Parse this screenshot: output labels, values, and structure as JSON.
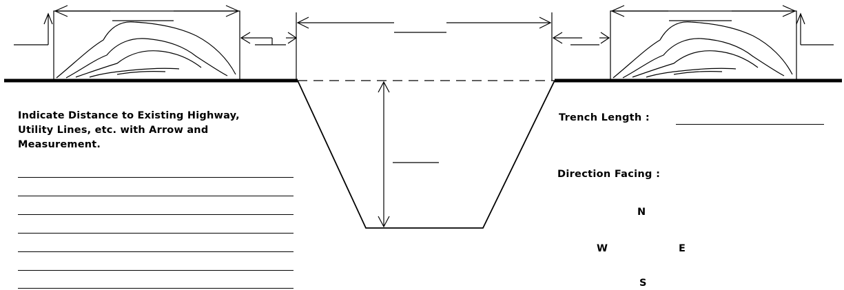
{
  "notes": {
    "instruction_lines": [
      "Indicate Distance to Existing Highway,",
      "Utility Lines, etc. with Arrow and",
      "Measurement."
    ],
    "trench_length_label": "Trench Length :",
    "direction_facing_label": "Direction Facing :"
  },
  "compass": {
    "north": "N",
    "west": "W",
    "east": "E",
    "south": "S"
  }
}
